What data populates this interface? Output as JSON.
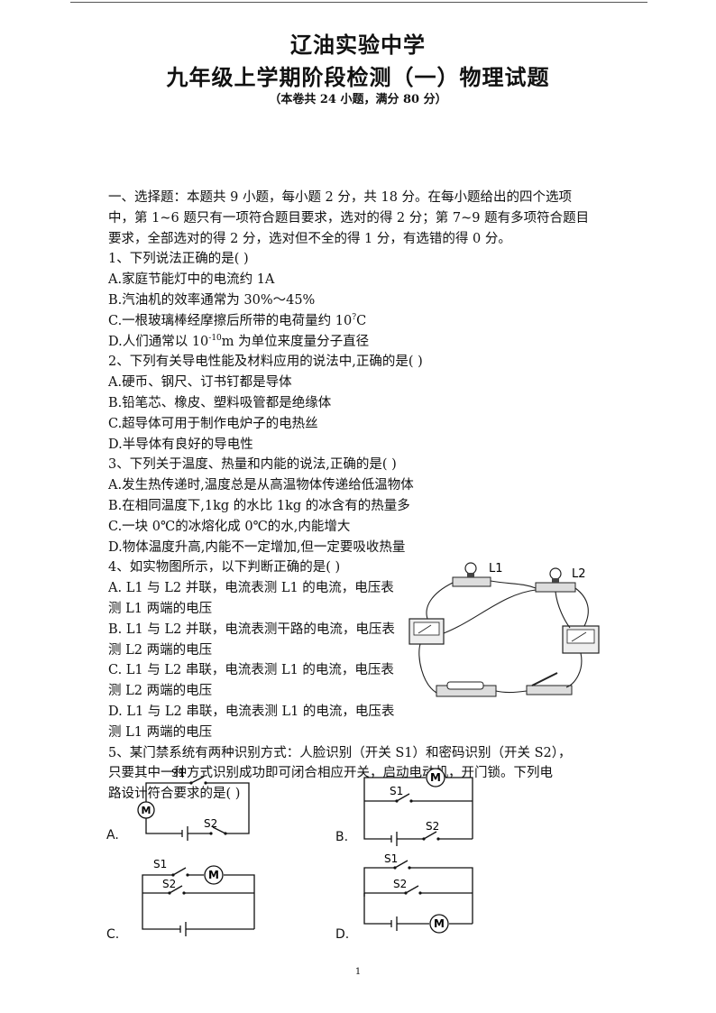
{
  "header": {
    "school": "辽油实验中学",
    "exam_title": "九年级上学期阶段检测（一）物理试题",
    "note": "（本卷共 24 小题，满分 80 分）"
  },
  "section1": {
    "intro_l1": "一、选择题：本题共 9 小题，每小题 2 分，共 18 分。在每小题给出的四个选项",
    "intro_l2": "中，第 1~6 题只有一项符合题目要求，选对的得 2 分；第 7~9 题有多项符合题目",
    "intro_l3": "要求，全部选对的得 2 分，选对但不全的得 1 分，有选错的得 0 分。"
  },
  "q1": {
    "stem": "1、下列说法正确的是(      )",
    "a": "A.家庭节能灯中的电流约 1A",
    "b": "B.汽油机的效率通常为 30%～45%",
    "c_pre": "C.一根玻璃棒经摩擦后所带的电荷量约 10",
    "c_unit": "C",
    "d_pre": "D.人们通常以  10",
    "d_exp": "-10",
    "d_post": "m 为单位来度量分子直径"
  },
  "q2": {
    "stem": "2、下列有关导电性能及材料应用的说法中,正确的是(      )",
    "a": "A.硬币、钢尺、订书钉都是导体",
    "b": "B.铅笔芯、橡皮、塑料吸管都是绝缘体",
    "c": "C.超导体可用于制作电炉子的电热丝",
    "d": "D.半导体有良好的导电性"
  },
  "q3": {
    "stem": "3、下列关于温度、热量和内能的说法,正确的是(      )",
    "a": "A.发生热传递时,温度总是从高温物体传递给低温物体",
    "b": "B.在相同温度下,1kg 的水比 1kg 的冰含有的热量多",
    "c": "C.一块 0℃的冰熔化成 0℃的水,内能增大",
    "d": "D.物体温度升高,内能不一定增加,但一定要吸收热量"
  },
  "q4": {
    "stem": "4、如实物图所示，以下判断正确的是(      )",
    "a": "A. L1 与 L2 并联，电流表测 L1 的电流，电压表测 L1 两端的电压",
    "b": "B. L1 与 L2 并联，电流表测干路的电流，电压表测 L2 两端的电压",
    "c": "C. L1 与 L2 串联，电流表测 L1 的电流，电压表测 L2 两端的电压",
    "d": "D. L1 与 L2 串联，电流表测 L1 的电流，电压表测 L1 两端的电压",
    "fig_l1": "L1",
    "fig_l2": "L2"
  },
  "q5": {
    "l1": "5、某门禁系统有两种识别方式：人脸识别（开关 S1）和密码识别（开关 S2），",
    "l2": "只要其中一种方式识别成功即可闭合相应开关，启动电动机，开门锁。下列电",
    "l3": "路设计符合要求的是(      )",
    "opt_a": "A.",
    "opt_b": "B.",
    "opt_c": "C.",
    "opt_d": "D.",
    "motor": "M",
    "s1": "S1",
    "s2": "S2"
  },
  "footer": {
    "page": "1"
  }
}
